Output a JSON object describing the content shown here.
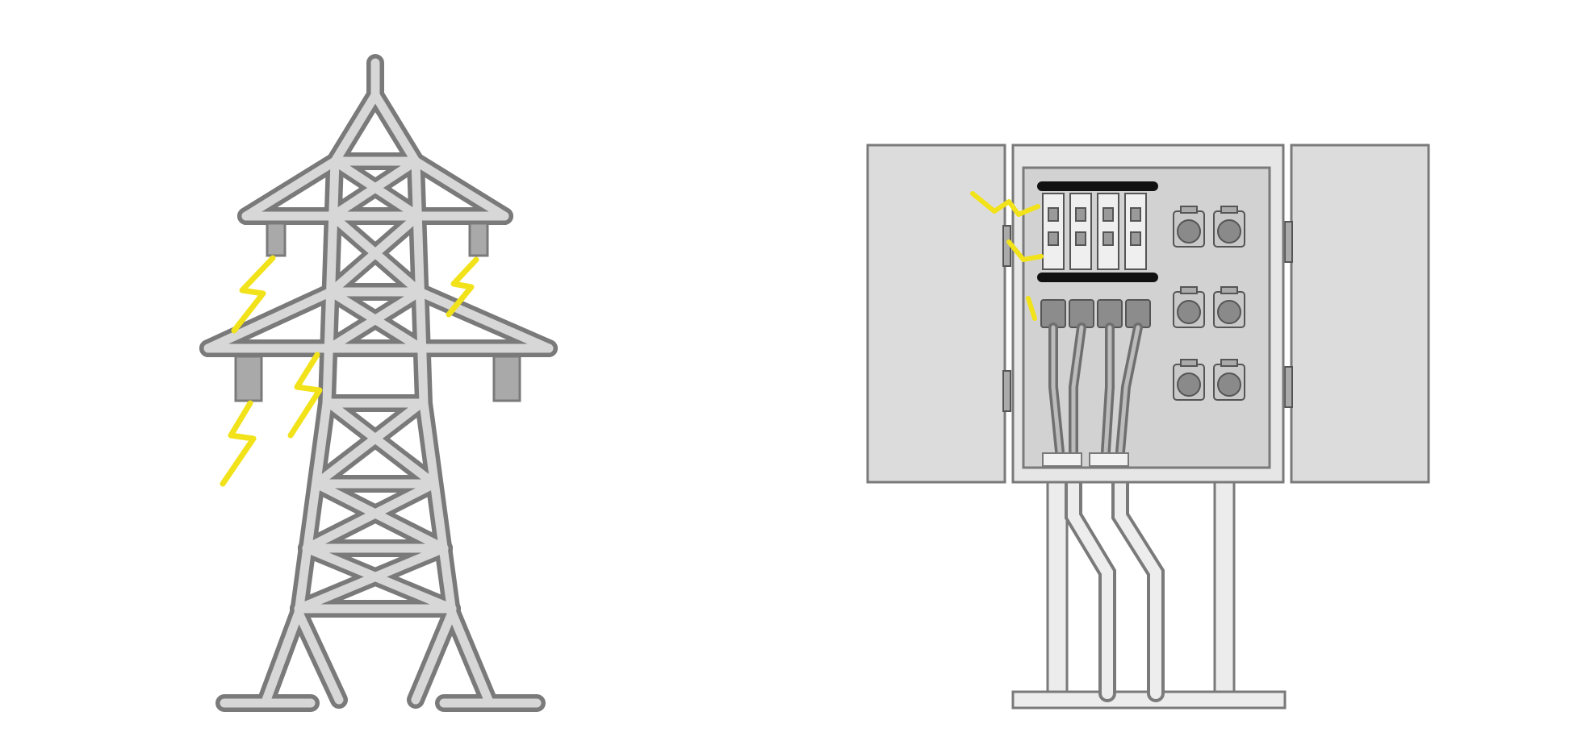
{
  "scene": {
    "background": "#ffffff",
    "items": [
      {
        "name": "transmission-tower",
        "kind": "illustration"
      },
      {
        "name": "electrical-distribution-cabinet",
        "kind": "illustration"
      }
    ]
  },
  "palette": {
    "structure_outline": "#7a7a7a",
    "structure_fill": "#d7d7d7",
    "panel_fill": "#dcdcdc",
    "insulator_fill": "#a9a9a9",
    "spark": "#f2e21a",
    "dark_bar": "#111111",
    "cable": "#8c8c8c",
    "cable_light": "#ededed"
  },
  "cabinet": {
    "breaker_count": 4,
    "cable_count": 4,
    "socket_rows": 3,
    "sockets_per_row": 2
  }
}
